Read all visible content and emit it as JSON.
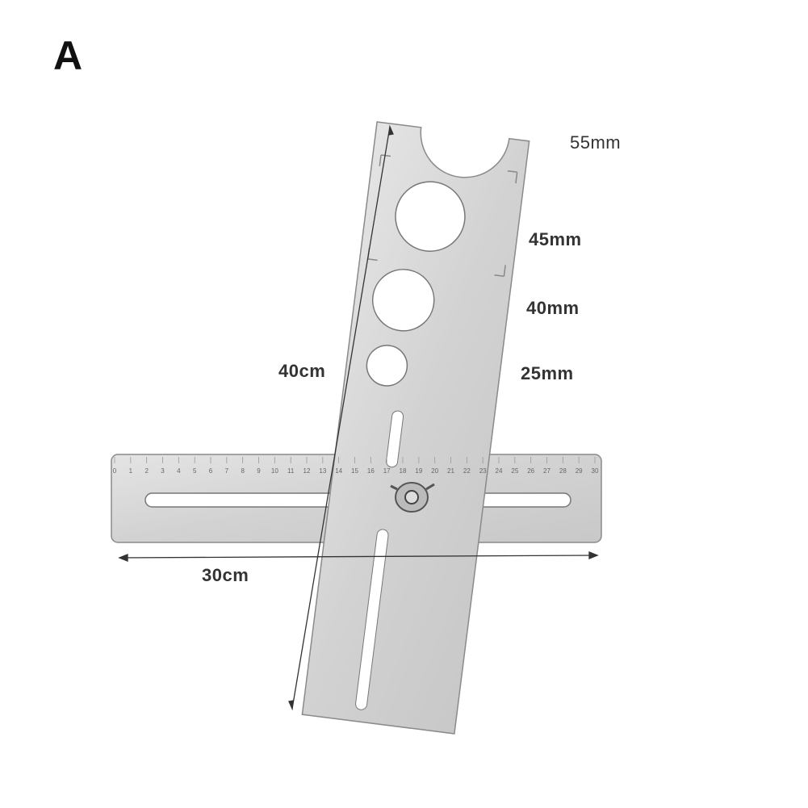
{
  "panel_letter": "A",
  "dimensions": {
    "length_vertical": "40cm",
    "length_horizontal": "30cm"
  },
  "hole_sizes": [
    "55mm",
    "45mm",
    "40mm",
    "25mm"
  ],
  "ruler_numbers": [
    "0",
    "1",
    "2",
    "3",
    "4",
    "5",
    "6",
    "7",
    "8",
    "9",
    "10",
    "11",
    "12",
    "13",
    "14",
    "15",
    "16",
    "17",
    "18",
    "19",
    "20",
    "21",
    "22",
    "23",
    "24",
    "25",
    "26",
    "27",
    "28",
    "29",
    "30"
  ],
  "colors": {
    "metal": "#d6d6d6",
    "metal_edge": "#8a8a8a",
    "label": "#333333"
  }
}
